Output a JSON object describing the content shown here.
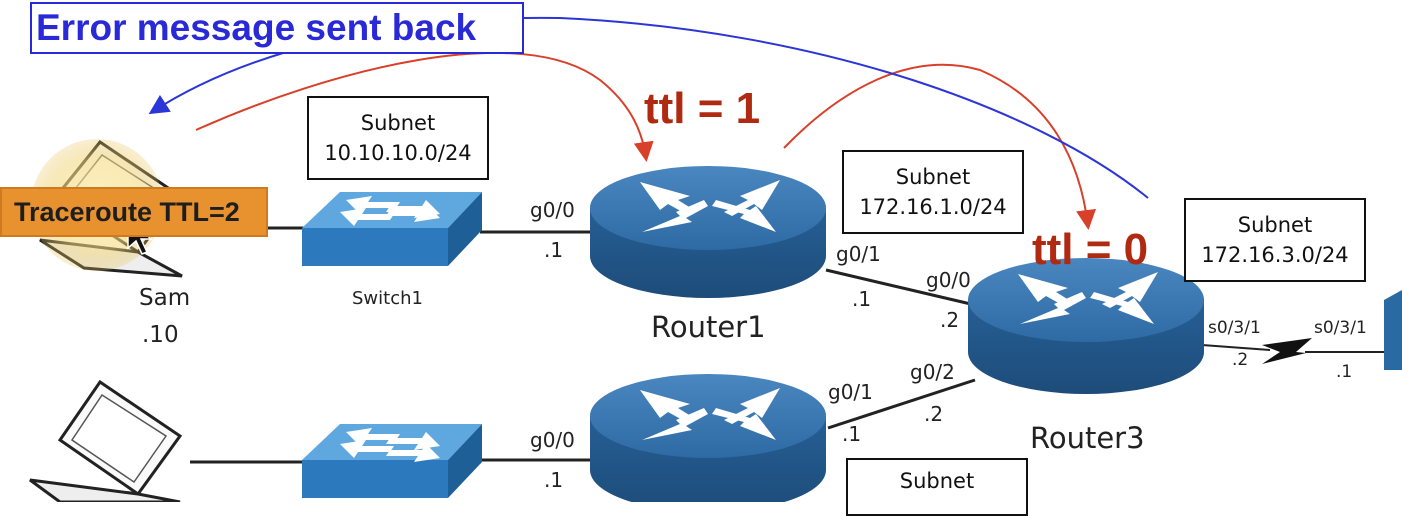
{
  "banner": {
    "text": "Error message sent back"
  },
  "traceroute": {
    "badge": "Traceroute TTL=2"
  },
  "ttl_labels": {
    "router1": "ttl = 1",
    "router3": "ttl = 0"
  },
  "hosts": {
    "sam": {
      "name": "Sam",
      "address": ".10"
    }
  },
  "switches": {
    "switch1": {
      "name": "Switch1"
    }
  },
  "routers": {
    "router1": {
      "name": "Router1"
    },
    "router3": {
      "name": "Router3"
    }
  },
  "subnets": {
    "s1": {
      "title": "Subnet",
      "network": "10.10.10.0/24"
    },
    "s2": {
      "title": "Subnet",
      "network": "172.16.1.0/24"
    },
    "s3": {
      "title": "Subnet",
      "network": "172.16.3.0/24"
    },
    "s4": {
      "title": "Subnet"
    }
  },
  "interfaces": {
    "r1_g00": "g0/0",
    "r1_g00_addr": ".1",
    "r1_g01": "g0/1",
    "r1_g01_addr": ".1",
    "r3_g00": "g0/0",
    "r3_g00_addr": ".2",
    "r3_g02": "g0/2",
    "r3_g02_addr": ".2",
    "r2_g01": "g0/1",
    "r2_g01_addr": ".1",
    "r2_g00": "g0/0",
    "r2_g00_addr": ".1",
    "r3_s031": "s0/3/1",
    "r3_s031_addr": ".2",
    "r4_s031": "s0/3/1",
    "r4_s031_addr": ".1"
  },
  "colors": {
    "arrow_red": "#d8402a",
    "arrow_blue": "#2b35d8",
    "ttl_text": "#b02a12",
    "router_blue": "#2e6da4"
  }
}
